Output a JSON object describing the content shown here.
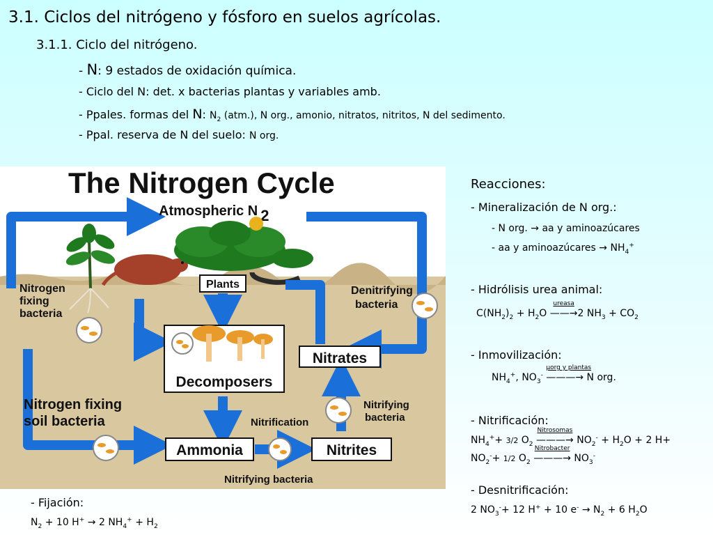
{
  "header": {
    "title": "3.1. Ciclos del nitrógeno y fósforo en suelos agrícolas.",
    "subtitle": "3.1.1. Ciclo del nitrógeno.",
    "line1_prefix": "- ",
    "line1_big": "N",
    "line1_rest": ": 9 estados de oxidación química.",
    "line2": "- Ciclo del N: det. x bacterias plantas y variables amb.",
    "line3_prefix": "- Ppales. formas del ",
    "line3_big": "N",
    "line3_colon": ": ",
    "line3_n2": "N",
    "line3_n2_sub": "2",
    "line3_rest": " (atm.), N org., amonio, nitratos, nitritos, N del sedimento.",
    "line4_prefix": "- Ppal. reserva de N del suelo: ",
    "line4_value": "N org."
  },
  "diagram": {
    "title": "The Nitrogen Cycle",
    "atmospheric": "Atmospheric N",
    "atmospheric_sub": "2",
    "plants": "Plants",
    "nfix_bacteria_1": "Nitrogen",
    "nfix_bacteria_2": "fixing",
    "nfix_bacteria_3": "bacteria",
    "denitrifying_1": "Denitrifying",
    "denitrifying_2": "bacteria",
    "nitrates": "Nitrates",
    "decomposers": "Decomposers",
    "soil_bacteria_1": "Nitrogen fixing",
    "soil_bacteria_2": "soil bacteria",
    "nitrification": "Nitrification",
    "nitrifying_right_1": "Nitrifying",
    "nitrifying_right_2": "bacteria",
    "ammonia": "Ammonia",
    "nitrites": "Nitrites",
    "nitrifying_bottom": "Nitrifying bacteria",
    "colors": {
      "arrow": "#1a6fd8",
      "soil": "#d9c7a0",
      "sky": "#ffffff",
      "leaf": "#1f7a1f",
      "mushroom": "#e89a2a",
      "mole": "#a5412a"
    }
  },
  "fijacion": {
    "label": "- Fijación:",
    "formula_n": "N",
    "formula_n_sub": "2",
    "formula_mid": " + 10 H",
    "formula_h_sup": "+",
    "formula_arrow": "→",
    "formula_nh": " 2 NH",
    "formula_nh_sub": "4",
    "formula_nh_sup": "+",
    "formula_end": " + H",
    "formula_end_sub": "2"
  },
  "reacciones": {
    "title": "Reacciones:",
    "mineral": {
      "label": "- Mineralización de N org.:",
      "l1_a": "- N org. ",
      "l1_arrow": "→",
      "l1_b": " aa y aminoazúcares",
      "l2_a": "- aa y aminoazúcares ",
      "l2_arrow": "→",
      "l2_b": " NH",
      "l2_sub": "4",
      "l2_sup": "+"
    },
    "hidrolisis": {
      "label": "- Hidrólisis urea animal:",
      "f_a": "C(NH",
      "f_sub1": "2",
      "f_b": ")",
      "f_sub2": "2",
      "f_c": " + H",
      "f_sub3": "2",
      "f_d": "O ",
      "f_enzyme": "ureasa",
      "f_arrow": "→",
      "f_e": "2 NH",
      "f_sub4": "3",
      "f_f": " + CO",
      "f_sub5": "2"
    },
    "inmovilizacion": {
      "label": "- Inmovilización:",
      "f_a": "NH",
      "f_sub1": "4",
      "f_sup1": "+",
      "f_b": ", NO",
      "f_sub2": "3",
      "f_sup2": "-",
      "f_label": "µorg y plantas",
      "f_arrow": "→",
      "f_c": " N org."
    },
    "nitrificacion": {
      "label": "- Nitrificación:",
      "l1_a": "NH",
      "l1_sub": "4",
      "l1_sup": "+",
      "l1_b": "+ ",
      "l1_coef": "3/2",
      "l1_c": " O",
      "l1_sub2": "2",
      "l1_enzyme": "Nitrosomas",
      "l1_arrow": "→",
      "l1_d": " NO",
      "l1_sub3": "2",
      "l1_sup3": "-",
      "l1_e": " + H",
      "l1_sub4": "2",
      "l1_f": "O + 2 H+",
      "l2_a": "NO",
      "l2_sub": "2",
      "l2_sup": "-",
      "l2_b": "+ ",
      "l2_coef": "1/2",
      "l2_c": " O",
      "l2_sub2": "2",
      "l2_enzyme": "Nitrobacter",
      "l2_arrow": "→",
      "l2_d": " NO",
      "l2_sub3": "3",
      "l2_sup3": "-"
    },
    "desnitrificacion": {
      "label": "- Desnitrificación:",
      "f_a": "2 NO",
      "f_sub1": "3",
      "f_sup1": "-",
      "f_b": "+ 12 H",
      "f_sup2": "+",
      "f_c": " + 10 e",
      "f_sup3": "-",
      "f_arrow": "→",
      "f_d": " N",
      "f_sub4": "2",
      "f_e": " + 6 H",
      "f_sub5": "2",
      "f_f": "O"
    }
  }
}
